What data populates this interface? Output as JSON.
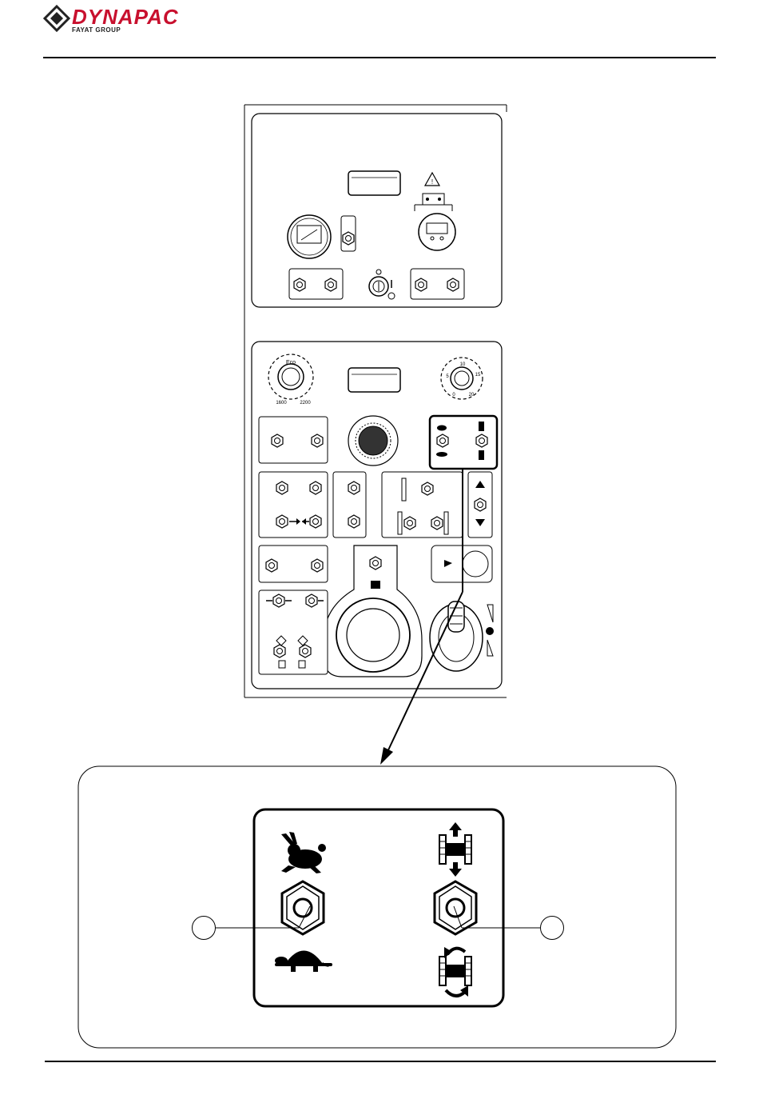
{
  "header": {
    "brand": "DYNAPAC",
    "group": "FAYAT GROUP",
    "brand_color": "#c8102e"
  },
  "panel": {
    "dials": {
      "rpm": {
        "label": "Eco",
        "min": "1600",
        "max": "2200"
      },
      "speed": {
        "marks": [
          "5",
          "10",
          "15",
          "0",
          "20"
        ]
      }
    }
  },
  "detail": {
    "icons": [
      "rabbit-icon",
      "turtle-icon",
      "track-straight-icon",
      "track-rotate-icon"
    ],
    "callouts": [
      "",
      ""
    ]
  }
}
